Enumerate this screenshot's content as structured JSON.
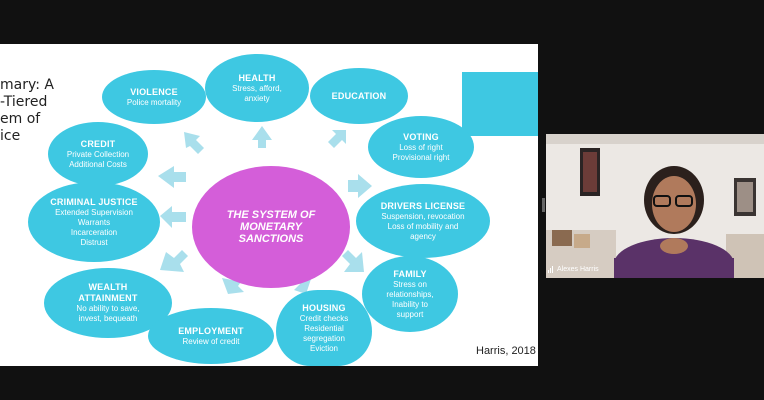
{
  "slide": {
    "summary_text": "mary: A\n-Tiered\nem of\nice",
    "center_text": [
      "THE SYSTEM OF",
      "MONETARY",
      "SANCTIONS"
    ],
    "citation": "Harris, 2018",
    "bubbles": {
      "violence": {
        "title": "VIOLENCE",
        "lines": [
          "Police mortality"
        ]
      },
      "health": {
        "title": "HEALTH",
        "lines": [
          "Stress, afford,",
          "anxiety"
        ]
      },
      "education": {
        "title": "EDUCATION",
        "lines": []
      },
      "credit": {
        "title": "CREDIT",
        "lines": [
          "Private Collection",
          "Additional Costs"
        ]
      },
      "voting": {
        "title": "VOTING",
        "lines": [
          "Loss of right",
          "Provisional right"
        ]
      },
      "criminal_justice": {
        "title": "CRIMINAL JUSTICE",
        "lines": [
          "Extended Supervision",
          "Warrants",
          "Incarceration",
          "Distrust"
        ]
      },
      "drivers_license": {
        "title": "DRIVERS LICENSE",
        "lines": [
          "Suspension, revocation",
          "Loss of mobility and",
          "agency"
        ]
      },
      "family": {
        "title": "FAMILY",
        "lines": [
          "Stress on",
          "relationships,",
          "Inability to",
          "support"
        ]
      },
      "wealth": {
        "title": "WEALTH\nATTAINMENT",
        "lines": [
          "No ability to save,",
          "invest, bequeath"
        ]
      },
      "employment": {
        "title": "EMPLOYMENT",
        "lines": [
          "Review of credit"
        ]
      },
      "housing": {
        "title": "HOUSING",
        "lines": [
          "Credit checks",
          "Residential",
          "segregation",
          "Eviction"
        ]
      }
    }
  },
  "participant": {
    "name": "Alexes Harris"
  },
  "colors": {
    "bubble": "#3ec8e2",
    "center": "#d45ed9",
    "arrow": "#a9dfec"
  }
}
